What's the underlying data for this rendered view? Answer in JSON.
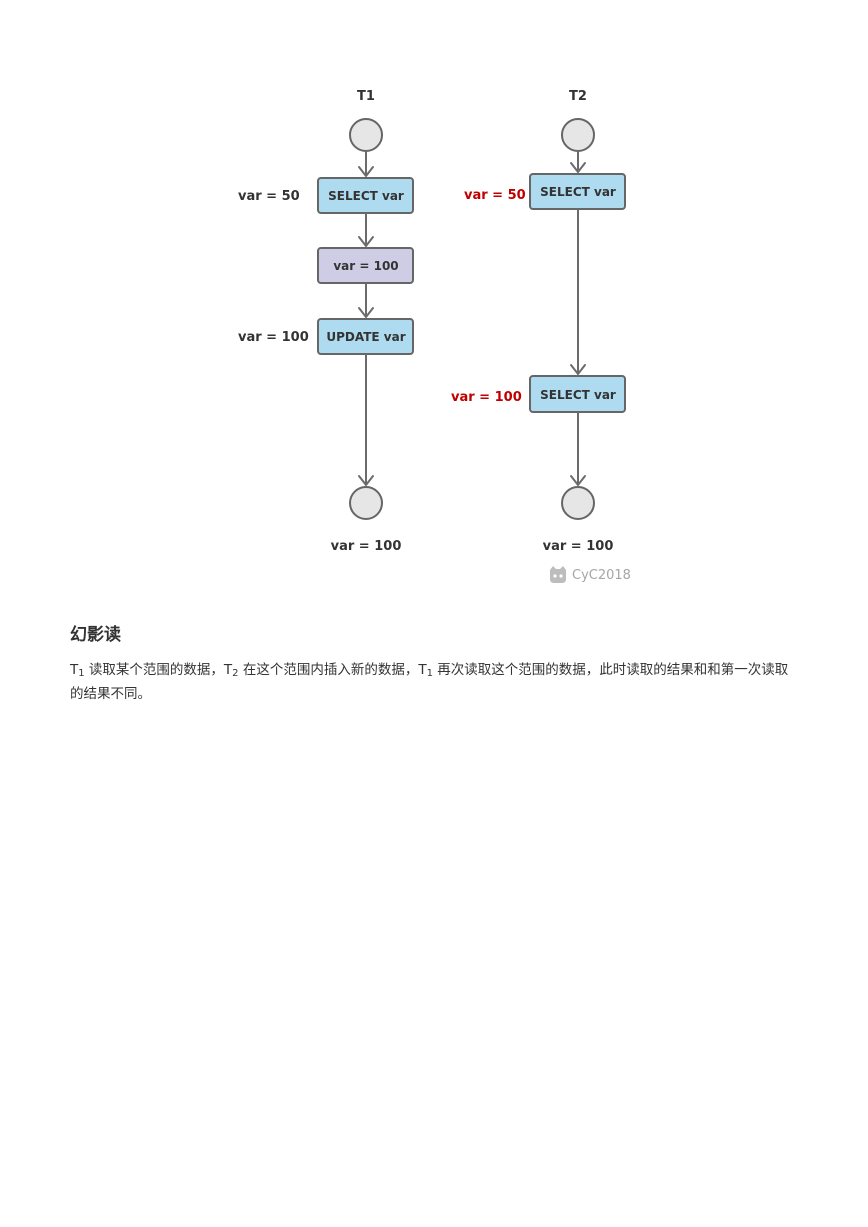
{
  "diagram": {
    "columns": [
      {
        "title": "T1",
        "steps": [
          "SELECT var",
          "var = 100",
          "UPDATE var"
        ],
        "side_labels": [
          "var = 50",
          "var = 100"
        ],
        "end_label": "var = 100"
      },
      {
        "title": "T2",
        "steps": [
          "SELECT var",
          "SELECT var"
        ],
        "side_labels": [
          "var = 50",
          "var = 100"
        ],
        "end_label": "var = 100"
      }
    ],
    "watermark": "CyC2018",
    "colors": {
      "select_box": "#aedbf0",
      "value_box": "#cfcde6",
      "circle": "#e6e6e6",
      "highlight_text": "#c00000",
      "normal_text": "#333333"
    }
  },
  "section": {
    "title": "幻影读",
    "body": {
      "t": "T",
      "sub1": "1",
      "sub2": "2",
      "sub3": "1",
      "part1": " 读取某个范围的数据，",
      "part2": " 在这个范围内插入新的数据，",
      "part3": " 再次读取这个范围的数据，此时读取的结果和和第一次读取的结果不同。"
    }
  }
}
